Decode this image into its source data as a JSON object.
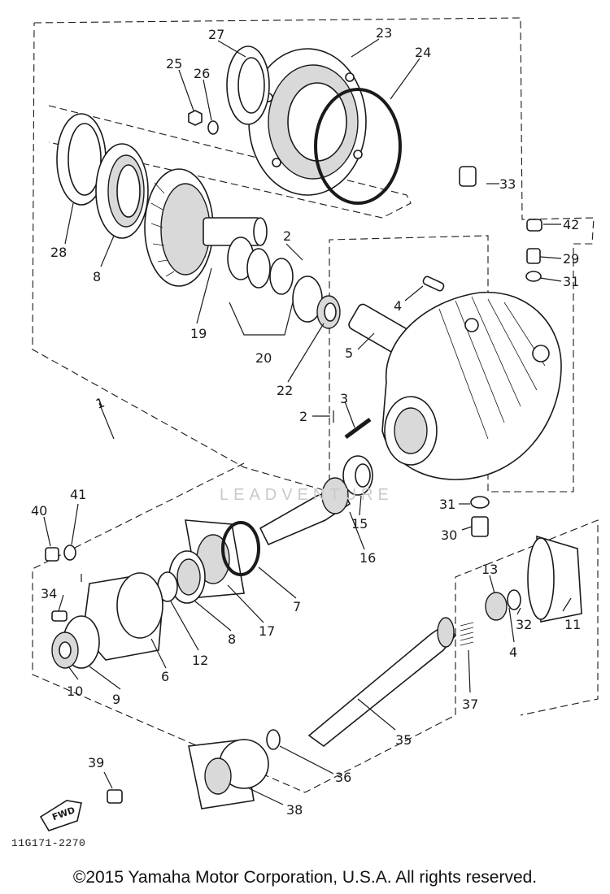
{
  "callouts": [
    {
      "id": "c1",
      "text": "1"
    },
    {
      "id": "c2a",
      "text": "2"
    },
    {
      "id": "c2b",
      "text": "2"
    },
    {
      "id": "c3",
      "text": "3"
    },
    {
      "id": "c4a",
      "text": "4"
    },
    {
      "id": "c4b",
      "text": "4"
    },
    {
      "id": "c5",
      "text": "5"
    },
    {
      "id": "c6",
      "text": "6"
    },
    {
      "id": "c7",
      "text": "7"
    },
    {
      "id": "c8a",
      "text": "8"
    },
    {
      "id": "c8b",
      "text": "8"
    },
    {
      "id": "c9",
      "text": "9"
    },
    {
      "id": "c10",
      "text": "10"
    },
    {
      "id": "c11",
      "text": "11"
    },
    {
      "id": "c12",
      "text": "12"
    },
    {
      "id": "c13",
      "text": "13"
    },
    {
      "id": "c15",
      "text": "15"
    },
    {
      "id": "c16",
      "text": "16"
    },
    {
      "id": "c17",
      "text": "17"
    },
    {
      "id": "c19",
      "text": "19"
    },
    {
      "id": "c20",
      "text": "20"
    },
    {
      "id": "c22",
      "text": "22"
    },
    {
      "id": "c23",
      "text": "23"
    },
    {
      "id": "c24",
      "text": "24"
    },
    {
      "id": "c25",
      "text": "25"
    },
    {
      "id": "c26",
      "text": "26"
    },
    {
      "id": "c27",
      "text": "27"
    },
    {
      "id": "c28",
      "text": "28"
    },
    {
      "id": "c29",
      "text": "29"
    },
    {
      "id": "c30",
      "text": "30"
    },
    {
      "id": "c31a",
      "text": "31"
    },
    {
      "id": "c31b",
      "text": "31"
    },
    {
      "id": "c32",
      "text": "32"
    },
    {
      "id": "c33",
      "text": "33"
    },
    {
      "id": "c34",
      "text": "34"
    },
    {
      "id": "c35",
      "text": "35"
    },
    {
      "id": "c36",
      "text": "36"
    },
    {
      "id": "c37",
      "text": "37"
    },
    {
      "id": "c38",
      "text": "38"
    },
    {
      "id": "c39",
      "text": "39"
    },
    {
      "id": "c40",
      "text": "40"
    },
    {
      "id": "c41",
      "text": "41"
    },
    {
      "id": "c42",
      "text": "42"
    }
  ],
  "fwd_label": "FWD",
  "drawing_code": "11G171-2270",
  "watermark": "LEADVENTURE",
  "copyright": "©2015 Yamaha Motor Corporation, U.S.A. All rights reserved."
}
